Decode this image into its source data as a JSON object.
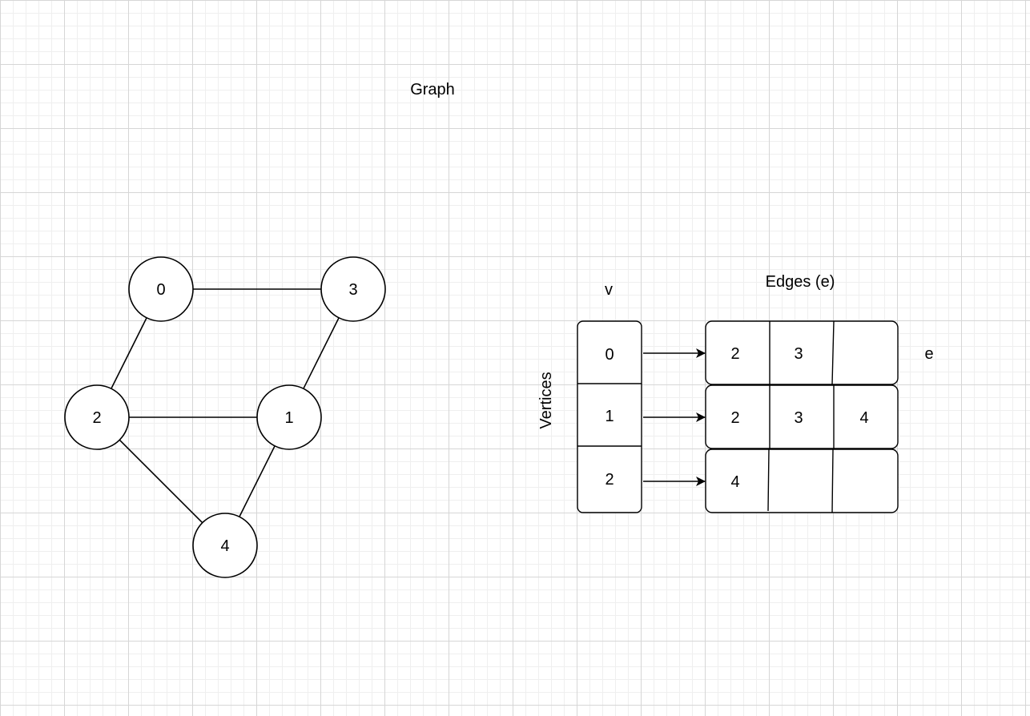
{
  "title": "Graph",
  "graph": {
    "nodes": [
      {
        "id": "0",
        "label": "0"
      },
      {
        "id": "3",
        "label": "3"
      },
      {
        "id": "2",
        "label": "2"
      },
      {
        "id": "1",
        "label": "1"
      },
      {
        "id": "4",
        "label": "4"
      }
    ],
    "edges": [
      {
        "from": "0",
        "to": "3"
      },
      {
        "from": "0",
        "to": "2"
      },
      {
        "from": "3",
        "to": "1"
      },
      {
        "from": "2",
        "to": "1"
      },
      {
        "from": "2",
        "to": "4"
      },
      {
        "from": "1",
        "to": "4"
      }
    ]
  },
  "adjacency": {
    "v_label": "v",
    "edges_label": "Edges (e)",
    "vertices_label": "Vertices",
    "e_label": "e",
    "vertices": [
      "0",
      "1",
      "2"
    ],
    "rows": [
      [
        "2",
        "3",
        ""
      ],
      [
        "2",
        "3",
        "4"
      ],
      [
        "4",
        "",
        ""
      ]
    ]
  }
}
